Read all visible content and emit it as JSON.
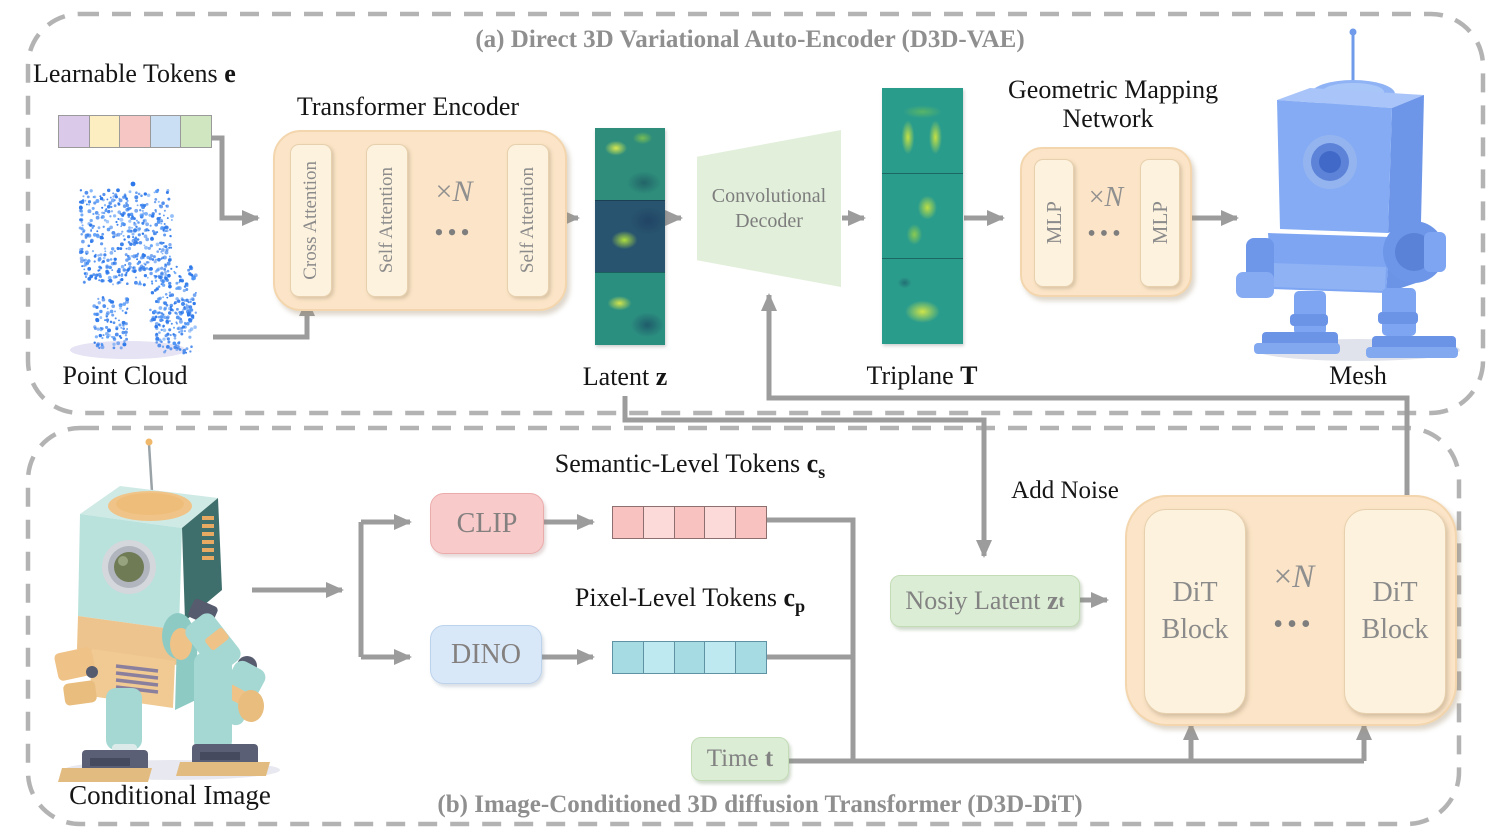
{
  "colors": {
    "wire_gray": "#9c9c9c",
    "dashed_border": "#b3b3b3",
    "panel_box_fill": "#fbe4c7",
    "inner_pill_fill": "#fdf2de",
    "green_box_fill": "#dcedd5",
    "decoder_fill": "#e2efdb",
    "clip_fill": "#f8cbca",
    "dino_fill": "#d9e8f8",
    "mesh_blue": "#84abf4",
    "point_cloud_blue": "#2d78ea"
  },
  "panel_a": {
    "caption": "(a) Direct 3D Variational Auto-Encoder (D3D-VAE)",
    "learnable_tokens": {
      "label": "Learnable Tokens",
      "symbol": "e",
      "cells": [
        "#dbc9ea",
        "#fdeec2",
        "#f6c6c5",
        "#cadff3",
        "#cfe6c1"
      ]
    },
    "point_cloud_label": "Point Cloud",
    "encoder": {
      "title": "Transformer Encoder",
      "blocks": [
        "Cross Attention",
        "Self Attention",
        "Self Attention"
      ],
      "times": "×",
      "n": "N",
      "dots": "•••"
    },
    "latent": {
      "label": "Latent",
      "symbol": "z"
    },
    "decoder": {
      "line1": "Convolutional",
      "line2": "Decoder"
    },
    "triplane": {
      "label": "Triplane",
      "symbol": "T"
    },
    "gmn": {
      "title_line1": "Geometric Mapping",
      "title_line2": "Network",
      "mlp1": "MLP",
      "mlp2": "MLP",
      "times": "×",
      "n": "N",
      "dots": "•••"
    },
    "mesh_label": "Mesh"
  },
  "panel_b": {
    "caption": "(b) Image-Conditioned 3D diffusion Transformer (D3D-DiT)",
    "conditional_image_label": "Conditional Image",
    "clip_label": "CLIP",
    "dino_label": "DINO",
    "semantic_tokens": {
      "label": "Semantic-Level Tokens",
      "symbol": "c",
      "subscript": "s",
      "cells": [
        "#f8c2c1",
        "#fbdad9",
        "#f8c2c1",
        "#fbdad9",
        "#f8c2c1"
      ]
    },
    "pixel_tokens": {
      "label": "Pixel-Level Tokens",
      "symbol": "c",
      "subscript": "p",
      "cells": [
        "#a7dbe4",
        "#bfe9f0",
        "#a7dbe4",
        "#bfe9f0",
        "#a7dbe4"
      ]
    },
    "add_noise_label": "Add Noise",
    "noisy_latent": {
      "label": "Nosiy Latent",
      "symbol": "z",
      "subscript": "t"
    },
    "time": {
      "label": "Time",
      "symbol": "t"
    },
    "dit": {
      "block1_line1": "DiT",
      "block1_line2": "Block",
      "block2_line1": "DiT",
      "block2_line2": "Block",
      "times": "×",
      "n": "N",
      "dots": "•••"
    }
  }
}
